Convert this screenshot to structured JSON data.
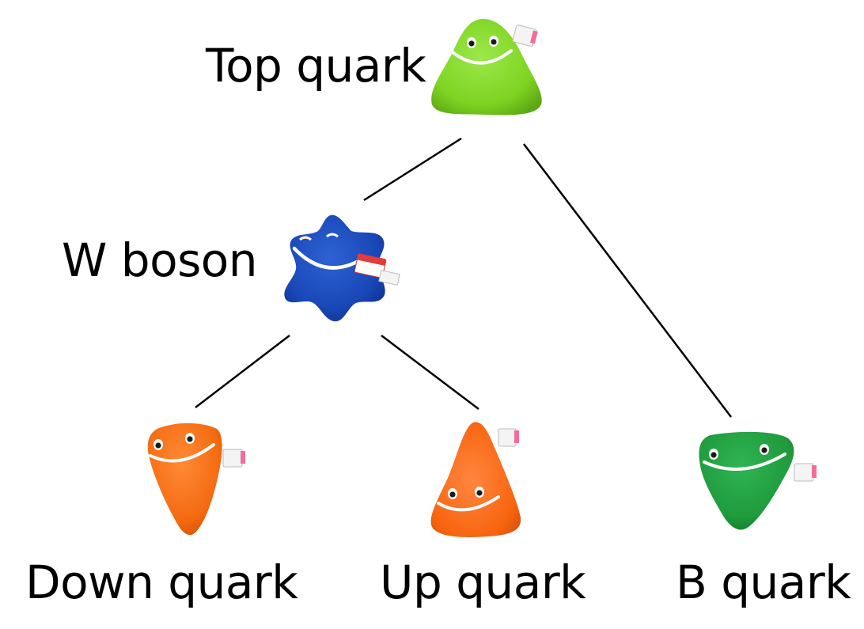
{
  "nodes": {
    "top_quark": {
      "label": "Top quark",
      "color": "#7ed321"
    },
    "w_boson": {
      "label": "W boson",
      "color": "#1846b6"
    },
    "down_quark": {
      "label": "Down quark",
      "color": "#f46a10"
    },
    "up_quark": {
      "label": "Up quark",
      "color": "#f8640e"
    },
    "b_quark": {
      "label": "B quark",
      "color": "#1f9a3c"
    }
  },
  "edges": [
    {
      "from": "top_quark",
      "to": "w_boson"
    },
    {
      "from": "top_quark",
      "to": "b_quark"
    },
    {
      "from": "w_boson",
      "to": "down_quark"
    },
    {
      "from": "w_boson",
      "to": "up_quark"
    }
  ],
  "icons": [
    "top-quark-plush-icon",
    "w-boson-plush-icon",
    "down-quark-plush-icon",
    "up-quark-plush-icon",
    "b-quark-plush-icon"
  ]
}
